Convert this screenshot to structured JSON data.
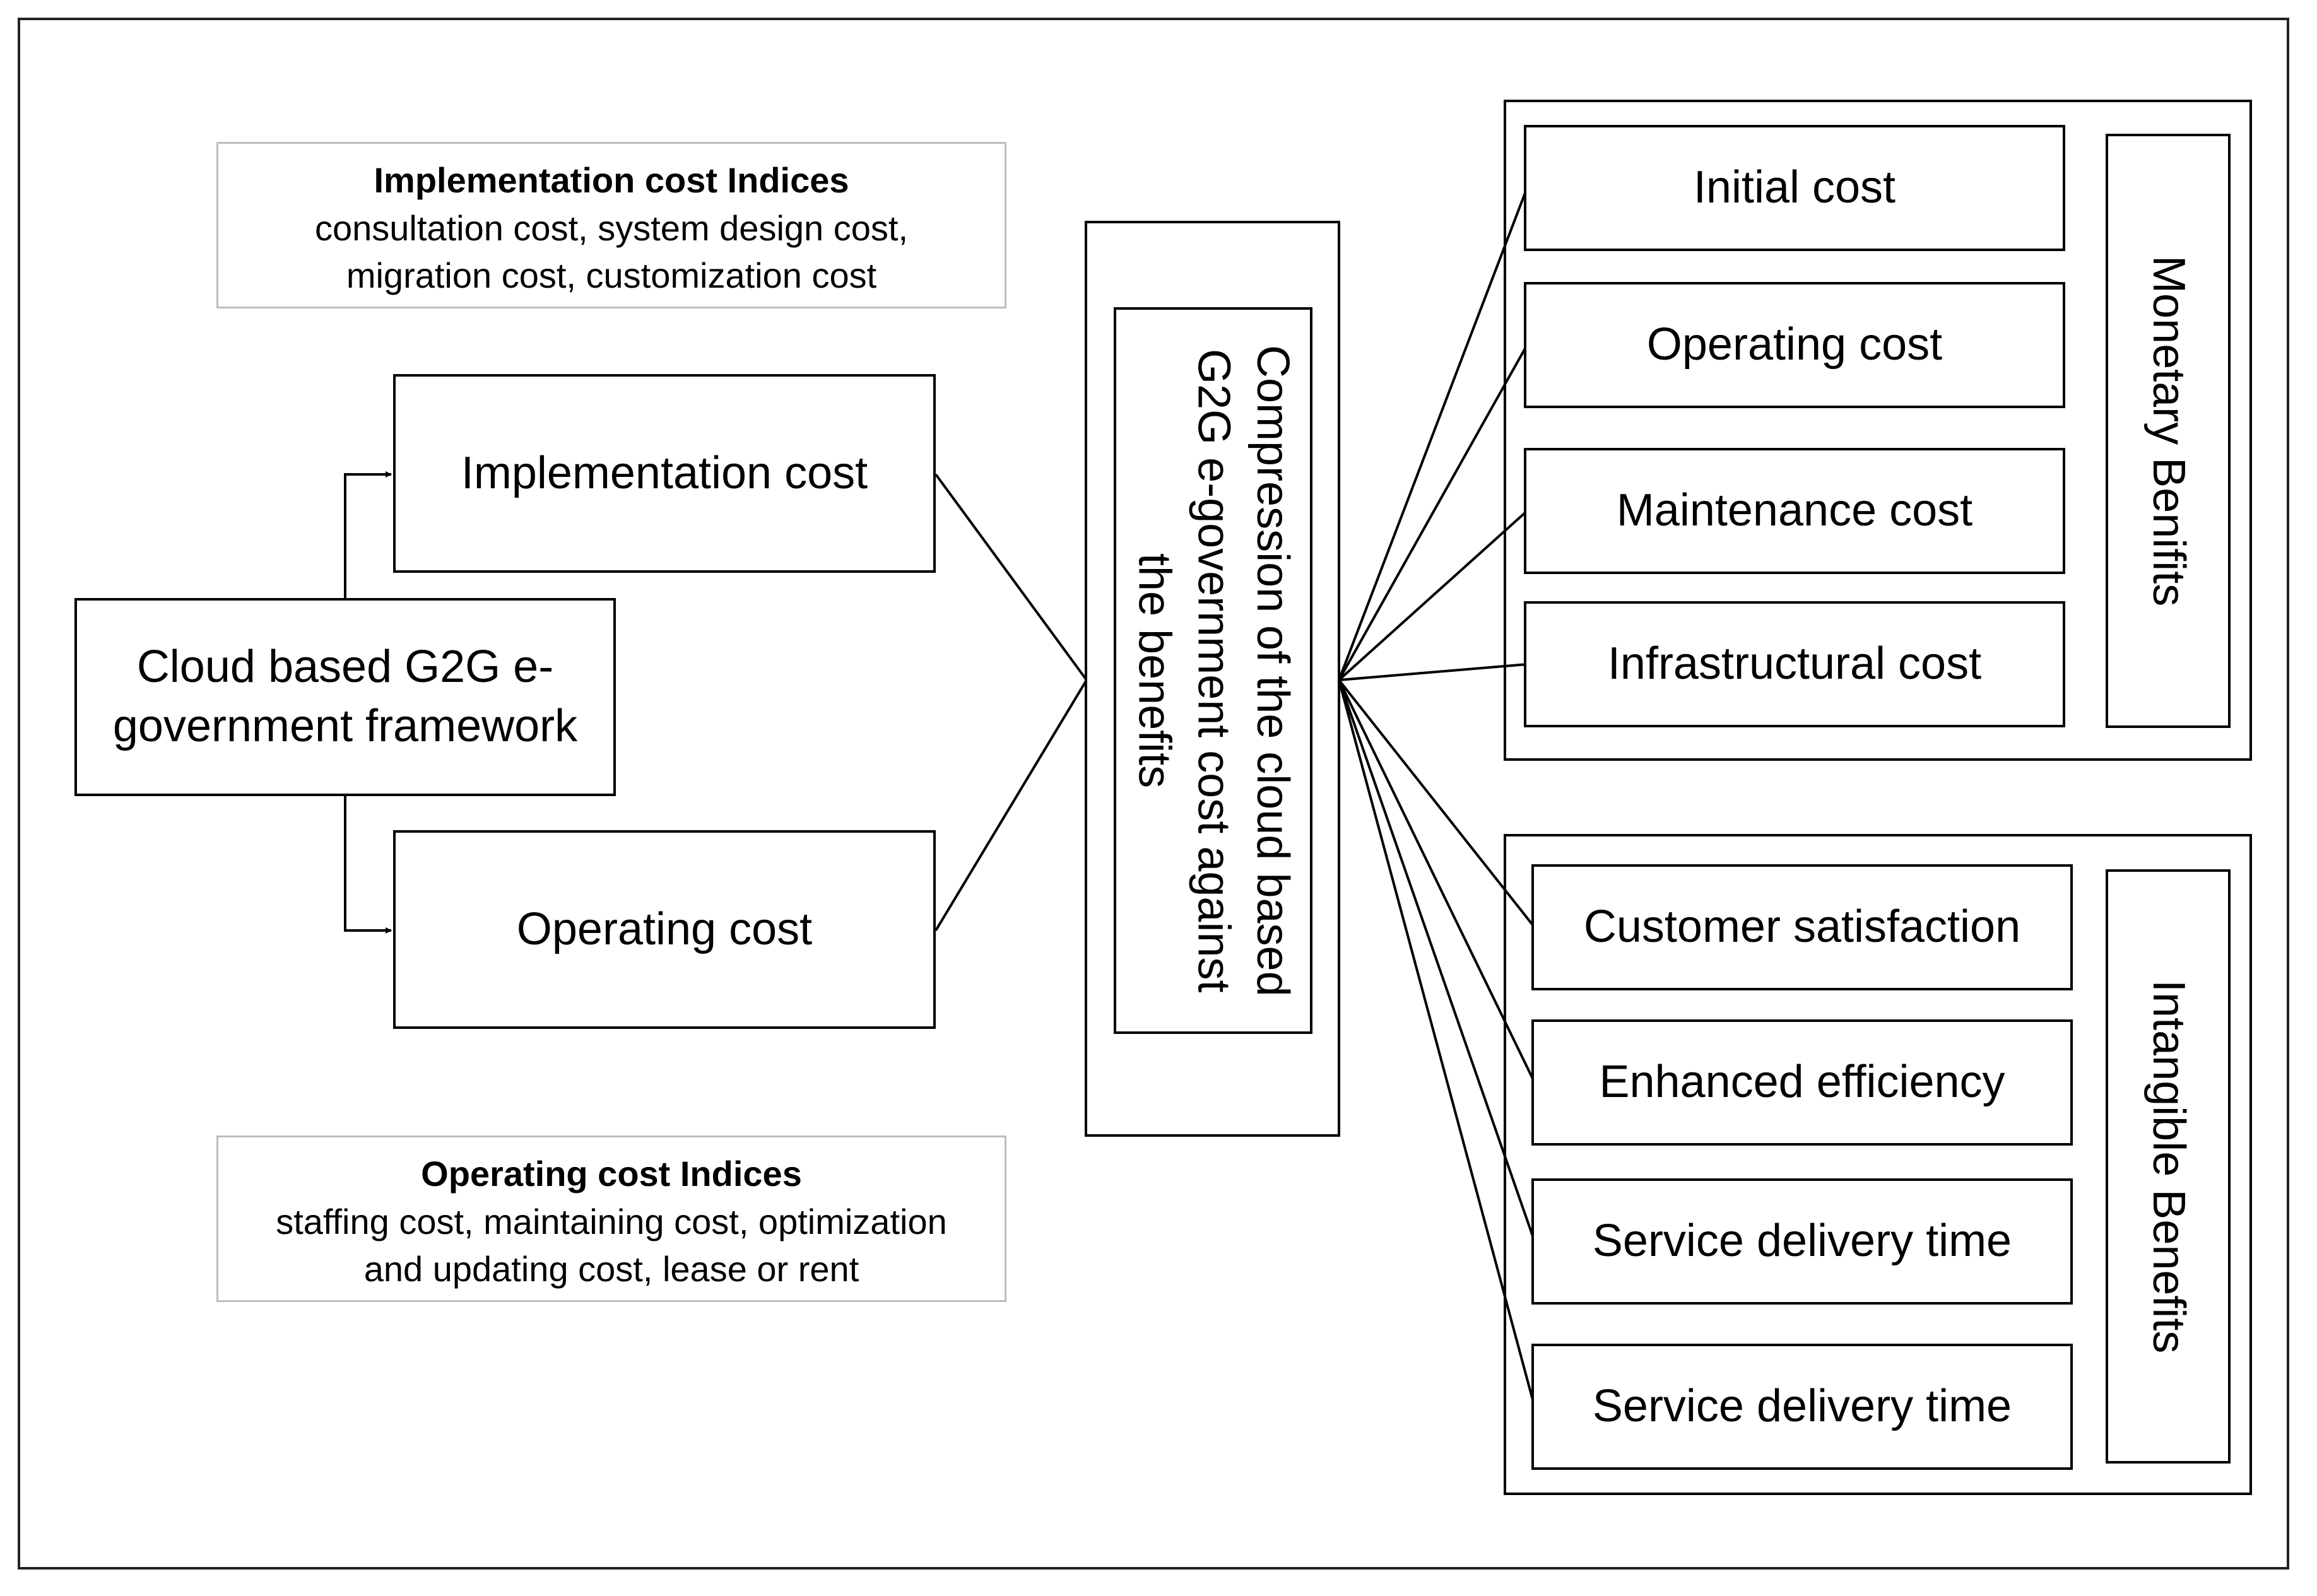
{
  "implementation_indices": {
    "heading": "Implementation cost Indices",
    "line1": "consultation cost, system design cost,",
    "line2": "migration cost, customization cost"
  },
  "operating_indices": {
    "heading": "Operating cost Indices",
    "line1": "staffing cost, maintaining cost, optimization",
    "line2": "and updating cost, lease or rent"
  },
  "framework": {
    "line1": "Cloud based G2G e-",
    "line2": "government framework"
  },
  "implementation_cost": "Implementation cost",
  "operating_cost": "Operating cost",
  "comparison": {
    "line1": "Compression of the cloud based",
    "line2": "G2G e-government cost against",
    "line3": "the benefits"
  },
  "monetary": {
    "label": "Monetary Benifits",
    "items": [
      "Initial cost",
      "Operating cost",
      "Maintenance cost",
      "Infrastructural cost"
    ]
  },
  "intangible": {
    "label": "Intangible Benefits",
    "items": [
      "Customer satisfaction",
      "Enhanced efficiency",
      "Service delivery time",
      "Service delivery time"
    ]
  }
}
